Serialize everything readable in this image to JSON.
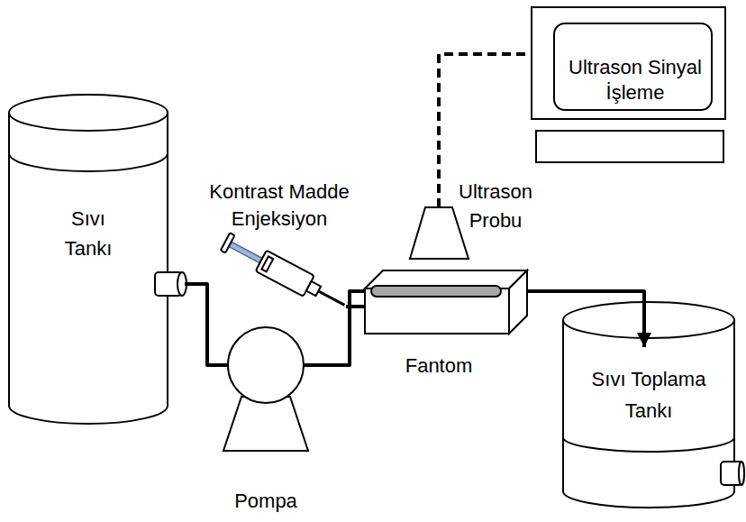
{
  "diagram": {
    "nodes": [
      {
        "text": [
          "Sıvı Tankı"
        ]
      },
      {
        "text": [
          "Pompa"
        ]
      },
      {
        "text": [
          "Kontrast Madde Enjeksiyon"
        ]
      },
      {
        "text": [
          "Fantom"
        ]
      },
      {
        "text": [
          "Ultrason Probu"
        ]
      },
      {
        "text": [
          "Ultrason Sinyal İşleme"
        ]
      },
      {
        "text": [
          "Sıvı Toplama Tankı"
        ]
      }
    ],
    "edges": [
      {
        "from": 0,
        "to": 1,
        "arrow": "none"
      },
      {
        "from": 1,
        "to": 3,
        "arrow": "none"
      },
      {
        "from": 2,
        "to": 3,
        "arrow": "none"
      },
      {
        "from": 3,
        "to": 6,
        "arrow": "to"
      },
      {
        "from": 4,
        "to": 5,
        "arrow": "none"
      }
    ]
  }
}
